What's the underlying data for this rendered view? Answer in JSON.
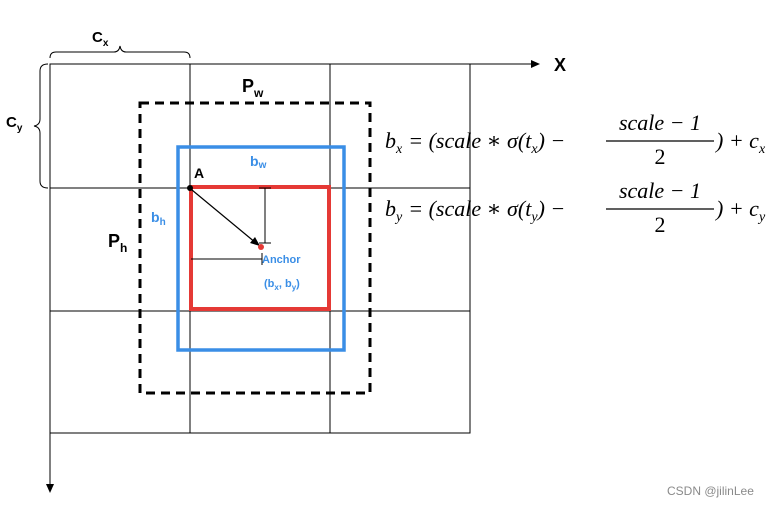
{
  "labels": {
    "cx_main": "C",
    "cx_sub": "x",
    "cy_main": "C",
    "cy_sub": "y",
    "pw_main": "P",
    "pw_sub": "w",
    "ph_main": "P",
    "ph_sub": "h",
    "bw_main": "b",
    "bw_sub": "w",
    "bh_main": "b",
    "bh_sub": "h",
    "axis_x": "X",
    "point_a": "A",
    "anchor": "Anchor",
    "anchor_open": "(b",
    "anchor_sx": "x",
    "anchor_sep": ",  b",
    "anchor_sy": "y",
    "anchor_close": ")"
  },
  "formulas": {
    "bx_lhs_main": "b",
    "bx_lhs_sub": "x",
    "bx_mid": "= (scale ∗ σ(t",
    "bx_t_sub": "x",
    "bx_after": ") −",
    "bx_num": "scale − 1",
    "bx_den": "2",
    "bx_tail": ") + c",
    "bx_c_sub": "x",
    "by_lhs_main": "b",
    "by_lhs_sub": "y",
    "by_mid": "= (scale ∗ σ(t",
    "by_t_sub": "y",
    "by_after": ") −",
    "by_num": "scale − 1",
    "by_den": "2",
    "by_tail": ") + c",
    "by_c_sub": "y"
  },
  "watermark": "CSDN @jilinLee",
  "colors": {
    "grid": "#000000",
    "prior_box": "#000000",
    "pred_box": "#3a8ee6",
    "anchor_box": "#e53935",
    "blue_text": "#3a8ee6",
    "red_dot": "#e53935"
  }
}
